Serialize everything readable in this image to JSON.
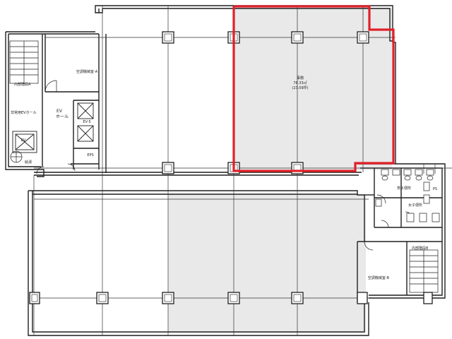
{
  "colors": {
    "wall": "#1f1f1f",
    "grid": "#333333",
    "shade": "#e9e9e9",
    "highlight": "#e0202a"
  },
  "labels": {
    "unit_name": "事務",
    "unit_area_m2": "76.33㎡",
    "unit_area_tsubo": "(23.09坪)",
    "mech_room_a": "空調機械室-A",
    "mech_room_b": "空調機械室-B",
    "stair_a": "内部階段A",
    "stair_b": "内部階段B",
    "ev_hall": "EV",
    "ev_hall_2": "ホール",
    "freight_ev_hall": "非常用EVホール",
    "ev_5": "EV-5",
    "ev_small": "EV",
    "eps": "EPS",
    "ps": "PS",
    "mens_toilet": "男子便所",
    "womens_toilet": "女子便所",
    "wc_misc": "給湯"
  },
  "icons": {
    "elevator": "elevator-cross-icon",
    "stair": "stair-treads-icon",
    "door": "door-swing-icon",
    "toilet": "toilet-fixture-icon",
    "sink": "sink-icon"
  }
}
